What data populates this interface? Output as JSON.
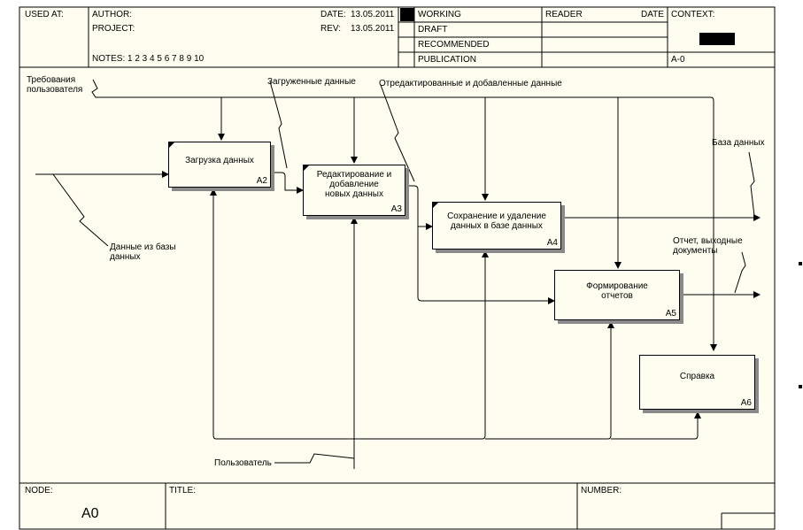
{
  "header": {
    "used_at": "USED AT:",
    "author": "AUTHOR:",
    "project": "PROJECT:",
    "notes": "NOTES:  1  2  3  4  5  6  7  8  9  10",
    "date_label": "DATE:",
    "date_value": "13.05.2011",
    "rev_label": "REV:",
    "rev_value": "13.05.2011",
    "statuses": [
      "WORKING",
      "DRAFT",
      "RECOMMENDED",
      "PUBLICATION"
    ],
    "reader": "READER",
    "reader_date": "DATE",
    "context": "CONTEXT:",
    "context_node": "A-0"
  },
  "footer": {
    "node_label": "NODE:",
    "node_value": "A0",
    "title_label": "TITLE:",
    "number_label": "NUMBER:"
  },
  "boxes": [
    {
      "label": "Загрузка данных",
      "num": "A2"
    },
    {
      "label": "Редактирование и\nдобавление\nновых данных",
      "num": "A3"
    },
    {
      "label": "Сохранение и удаление\nданных в базе данных",
      "num": "A4"
    },
    {
      "label": "Формирование\nотчетов",
      "num": "A5"
    },
    {
      "label": "Справка",
      "num": "A6"
    }
  ],
  "arrow_labels": {
    "requirements": "Требования\nпользователя",
    "loaded": "Загруженные данные",
    "edited": "Отредактированные и добавленные данные",
    "database": "База данных",
    "from_db": "Данные из базы\nданных",
    "report": "Отчет, выходные\nдокументы",
    "user": "Пользователь"
  },
  "colors": {
    "paper": "#fffdf0",
    "line": "#000000",
    "shadow": "#8a8a8a"
  }
}
